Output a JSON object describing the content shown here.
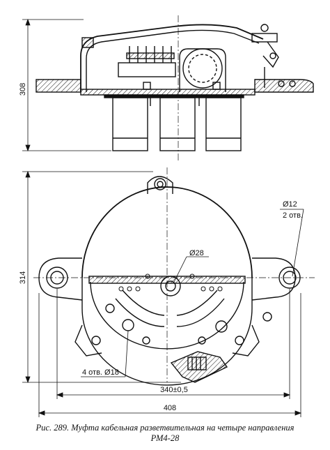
{
  "dimensions": {
    "side_height": "308",
    "plan_height": "314",
    "hole_small": "Ø12",
    "hole_small_count": "2 отв.",
    "center_hole": "Ø28",
    "holes_large": "4 отв. Ø18",
    "mount_spacing": "340±0,5",
    "overall_width": "408"
  },
  "caption": {
    "line1": "Рис. 289. Муфта кабельная разветвительная на четыре направления",
    "line2": "РМ4-28"
  }
}
